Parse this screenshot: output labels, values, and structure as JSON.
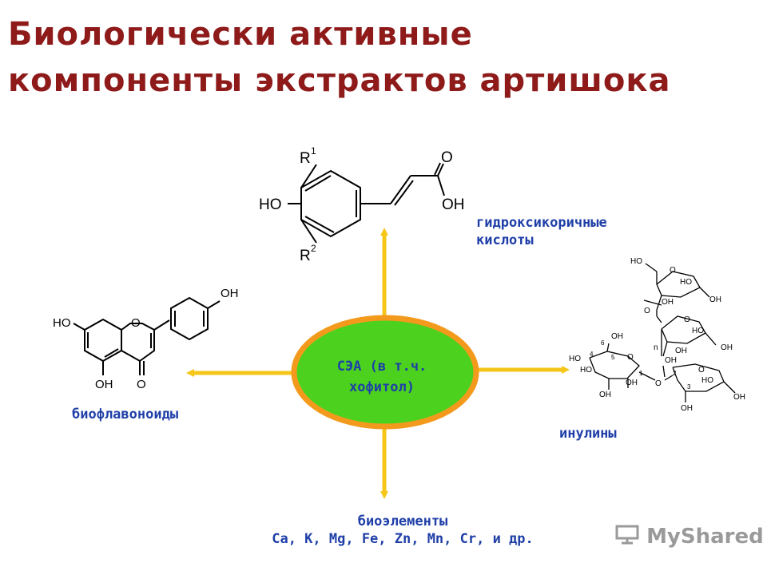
{
  "title": {
    "line1": "Биологически активные",
    "line2": "компоненты экстрактов артишока"
  },
  "center": {
    "line1": "СЭА (в т.ч.",
    "line2": "хофитол)"
  },
  "branches": {
    "top": {
      "label_line1": "гидроксикоричные",
      "label_line2": "кислоты"
    },
    "left": {
      "label": "биофлавоноиды"
    },
    "right": {
      "label": "инулины"
    },
    "bottom": {
      "label_line1": "биоэлементы",
      "label_line2": "Ca, K, Mg, Fe, Zn, Mn, Cr, и др."
    }
  },
  "structures": {
    "cinnamic": {
      "r1": "R",
      "r1_sup": "1",
      "r2": "R",
      "r2_sup": "2",
      "ho": "HO",
      "o": "O",
      "oh": "OH"
    },
    "flavone": {
      "oh_top": "OH",
      "ho_left": "HO",
      "o_ring": "O",
      "oh_bottom": "OH",
      "o_keto": "O"
    },
    "inulin": {
      "ho": "HO",
      "oh": "OH",
      "o": "O",
      "n": "n",
      "num1": "1",
      "num2": "2",
      "num3": "3",
      "num4": "4",
      "num5": "5",
      "num6": "6"
    }
  },
  "watermark": {
    "text": "MyShared"
  },
  "colors": {
    "title": "#8e1a1a",
    "label": "#1f3fa8",
    "arrow": "#f5c518",
    "ellipse_fill": "#4cd21e",
    "ellipse_border": "#f39a1c",
    "watermark": "#9a9a9a"
  }
}
